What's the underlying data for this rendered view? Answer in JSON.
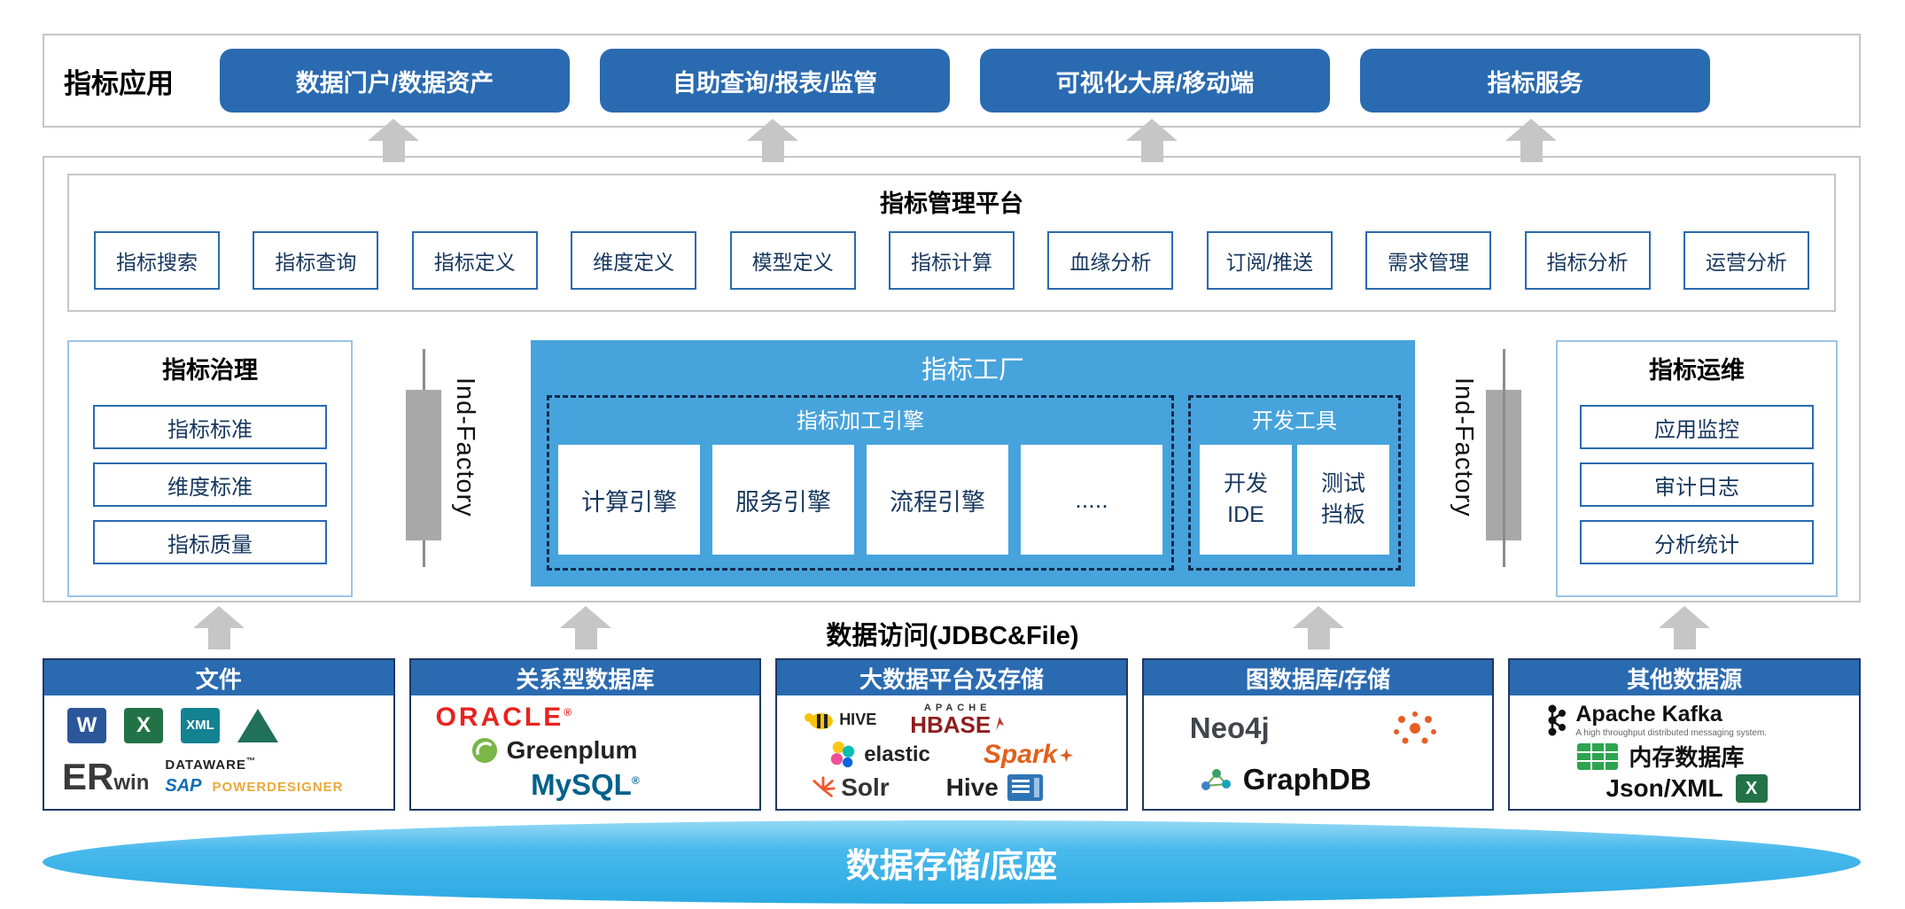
{
  "colors": {
    "primary_blue": "#2a6ab0",
    "factory_blue": "#47a3dc",
    "arrow_gray": "#c6c6c6",
    "disk_blue": "#35ade5",
    "card_border_navy": "#1f3864"
  },
  "app_row": {
    "label": "指标应用",
    "buttons": [
      "数据门户/数据资产",
      "自助查询/报表/监管",
      "可视化大屏/移动端",
      "指标服务"
    ]
  },
  "platform": {
    "title": "指标管理平台",
    "items": [
      "指标搜索",
      "指标查询",
      "指标定义",
      "维度定义",
      "模型定义",
      "指标计算",
      "血缘分析",
      "订阅/推送",
      "需求管理",
      "指标分析",
      "运营分析"
    ]
  },
  "governance": {
    "title": "指标治理",
    "items": [
      "指标标准",
      "维度标准",
      "指标质量"
    ]
  },
  "connectors": {
    "left": "Ind-Factory",
    "right": "Ind-Factory"
  },
  "factory": {
    "title": "指标工厂",
    "engines": {
      "title": "指标加工引擎",
      "items": [
        "计算引擎",
        "服务引擎",
        "流程引擎",
        "....."
      ]
    },
    "devtools": {
      "title": "开发工具",
      "items": [
        {
          "line1": "开发",
          "line2": "IDE"
        },
        {
          "line1": "测试",
          "line2": "挡板"
        }
      ]
    }
  },
  "ops": {
    "title": "指标运维",
    "items": [
      "应用监控",
      "审计日志",
      "分析统计"
    ]
  },
  "data_access": {
    "label": "数据访问(JDBC&File)"
  },
  "datasources": {
    "files": {
      "title": "文件",
      "word": "W",
      "excel": "X",
      "xml": "XML",
      "erwin_er": "ER",
      "erwin_win": "win",
      "dataware": "DATAWARE",
      "dataware_tm": "™",
      "sap": "SAP",
      "powerdesigner": "POWERDESIGNER"
    },
    "relational": {
      "title": "关系型数据库",
      "oracle": "ORACLE",
      "oracle_reg": "®",
      "greenplum": "Greenplum",
      "mysql": "MySQL",
      "mysql_reg": "®"
    },
    "bigdata": {
      "title": "大数据平台及存储",
      "hive": "HIVE",
      "apache": "APACHE",
      "hbase": "HBASE",
      "elastic": "elastic",
      "spark": "Spark",
      "solr": "Solr",
      "hive2": "Hive"
    },
    "graph": {
      "title": "图数据库/存储",
      "neo4j": "Neo4j",
      "graphdb": "GraphDB"
    },
    "other": {
      "title": "其他数据源",
      "kafka": "Apache Kafka",
      "kafka_sub": "A high throughput distributed messaging system.",
      "memdb": "内存数据库",
      "jsonxml": "Json/XML",
      "excel": "X"
    }
  },
  "base": {
    "label": "数据存储/底座"
  }
}
